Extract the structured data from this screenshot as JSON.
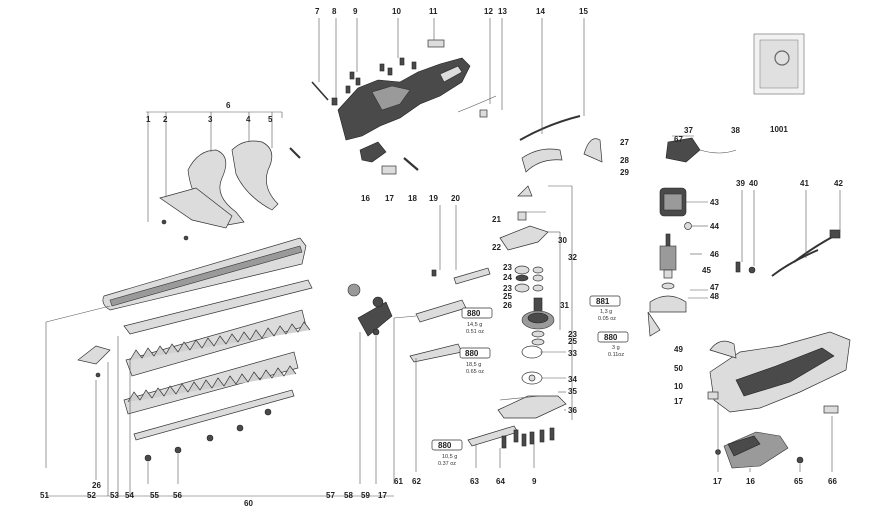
{
  "part_numbers": [
    "7",
    "8",
    "9",
    "10",
    "11",
    "12",
    "13",
    "14",
    "15",
    "6",
    "1",
    "2",
    "3",
    "4",
    "5",
    "16",
    "17",
    "18",
    "19",
    "20",
    "21",
    "22",
    "23",
    "24",
    "25",
    "26",
    "27",
    "28",
    "29",
    "30",
    "31",
    "32",
    "33",
    "34",
    "35",
    "36",
    "37",
    "38",
    "39",
    "40",
    "41",
    "42",
    "43",
    "44",
    "45",
    "46",
    "47",
    "48",
    "49",
    "50",
    "51",
    "52",
    "53",
    "54",
    "55",
    "56",
    "57",
    "58",
    "59",
    "60",
    "61",
    "62",
    "63",
    "64",
    "65",
    "66",
    "67",
    "1001"
  ],
  "grease_tubes": {
    "tube_a": {
      "code": "880",
      "weight": "14,5 g",
      "weight_oz": "0.51 oz"
    },
    "tube_b": {
      "code": "880",
      "weight": "18,5 g",
      "weight_oz": "0.65 oz"
    },
    "tube_c": {
      "code": "881",
      "weight": "1,3 g",
      "weight_oz": "0.05 oz"
    },
    "tube_d": {
      "code": "880",
      "weight": "3 g",
      "weight_oz": "0.11oz"
    },
    "tube_e": {
      "code": "880",
      "weight": "10,5 g",
      "weight_oz": "0.37 oz"
    }
  }
}
